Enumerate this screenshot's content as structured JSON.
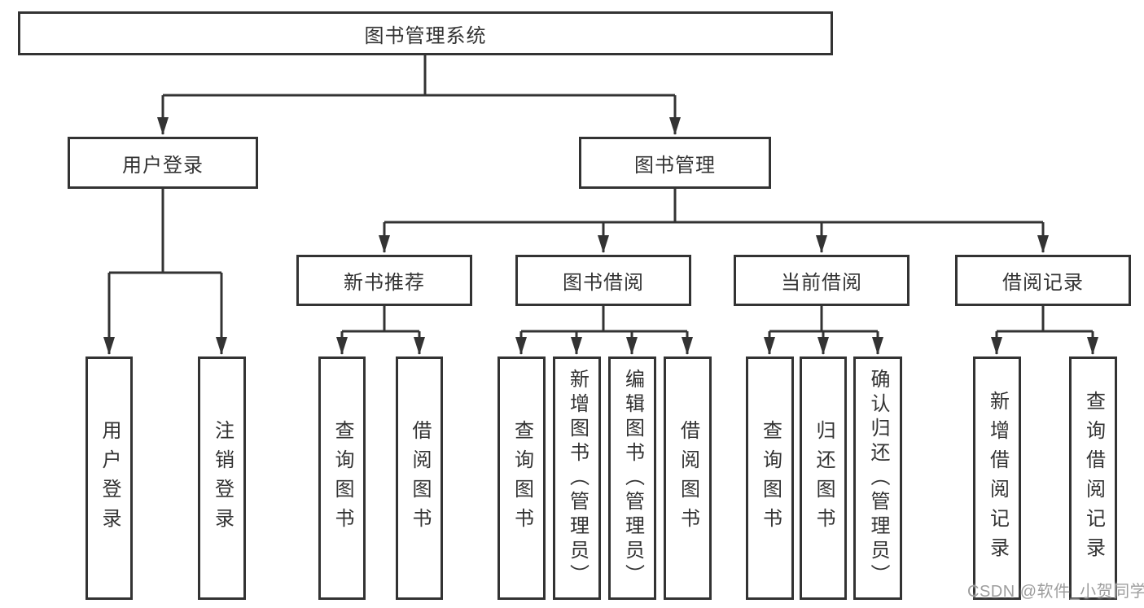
{
  "tree": {
    "root": {
      "label": "图书管理系统"
    },
    "user_login": {
      "label": "用户登录",
      "children": {
        "login": "用户登录",
        "logout": "注销登录"
      }
    },
    "book_mgmt": {
      "label": "图书管理",
      "new_book_rec": {
        "label": "新书推荐",
        "children": {
          "query_book": "查询图书",
          "borrow_book": "借阅图书"
        }
      },
      "book_borrow": {
        "label": "图书借阅",
        "children": {
          "query_book": "查询图书",
          "add_book": "新增图书（管理员）",
          "edit_book": "编辑图书（管理员）",
          "borrow_book": "借阅图书"
        }
      },
      "current_borrow": {
        "label": "当前借阅",
        "children": {
          "query_book": "查询图书",
          "return_book": "归还图书",
          "confirm_return": "确认归还（管理员）"
        }
      },
      "borrow_records": {
        "label": "借阅记录",
        "children": {
          "add_record": "新增借阅记录",
          "query_record": "查询借阅记录"
        }
      }
    }
  },
  "colors": {
    "line": "#333333",
    "text": "#333333",
    "watermark": "#9e9e9e"
  },
  "watermark": "CSDN @软件_小贺同学"
}
